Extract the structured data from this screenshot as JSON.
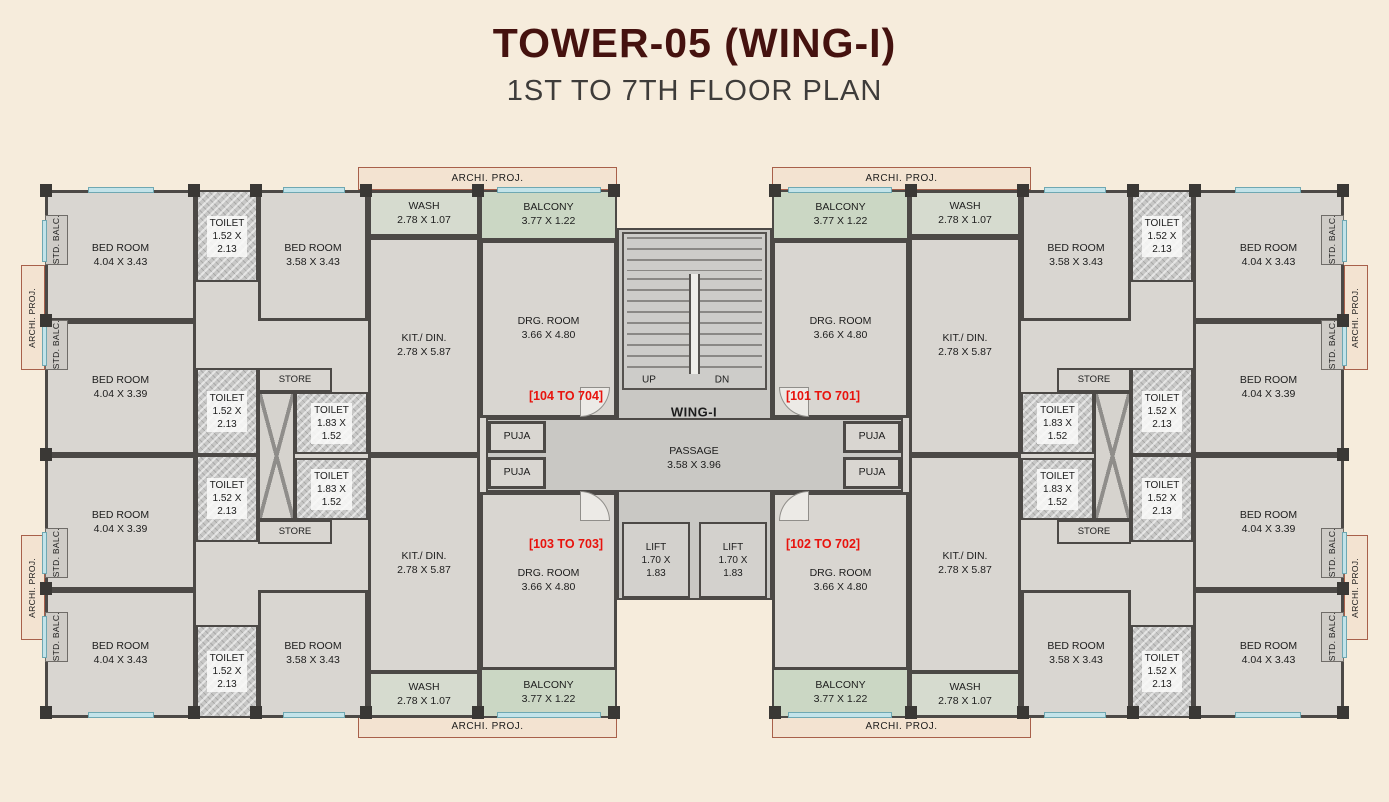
{
  "title": "TOWER-05 (WING-I)",
  "subtitle": "1ST TO 7TH FLOOR PLAN",
  "labels": {
    "bed_404_343": "BED ROOM\n4.04 X 3.43",
    "bed_358_343": "BED ROOM\n3.58 X 3.43",
    "bed_404_339": "BED ROOM\n4.04 X 3.39",
    "toilet_152_213": "TOILET\n1.52 X\n2.13",
    "toilet_183_152": "TOILET\n1.83 X\n1.52",
    "store": "STORE",
    "wash": "WASH\n2.78 X 1.07",
    "balcony": "BALCONY\n3.77 X 1.22",
    "kit_din": "KIT./ DIN.\n2.78 X 5.87",
    "drg_room": "DRG. ROOM\n3.66 X 4.80",
    "puja": "PUJA",
    "archi_proj": "ARCHI. PROJ.",
    "std_balc": "STD. BALC.",
    "passage": "PASSAGE\n3.58 X 3.96",
    "lift": "LIFT\n1.70 X\n1.83",
    "wing": "WING-I",
    "up": "UP",
    "dn": "DN"
  },
  "units": {
    "u104": "[104 TO 704]",
    "u101": "[101 TO 701]",
    "u103": "[103 TO 703]",
    "u102": "[102 TO 702]"
  },
  "colors": {
    "background": "#f6ecdc",
    "room_fill": "#d9d6d1",
    "balcony_fill": "#cbd7c4",
    "wash_fill": "#d6dbcf",
    "core_fill": "#c9c8c4",
    "wall": "#4c4946",
    "title_color": "#45120f",
    "subtitle_color": "#3e3c3a",
    "unit_red": "#e8130d",
    "window": "#c3e3e9",
    "archi_fill": "#f3e3d1",
    "archi_border": "#a8604a",
    "column": "#3a3835"
  }
}
